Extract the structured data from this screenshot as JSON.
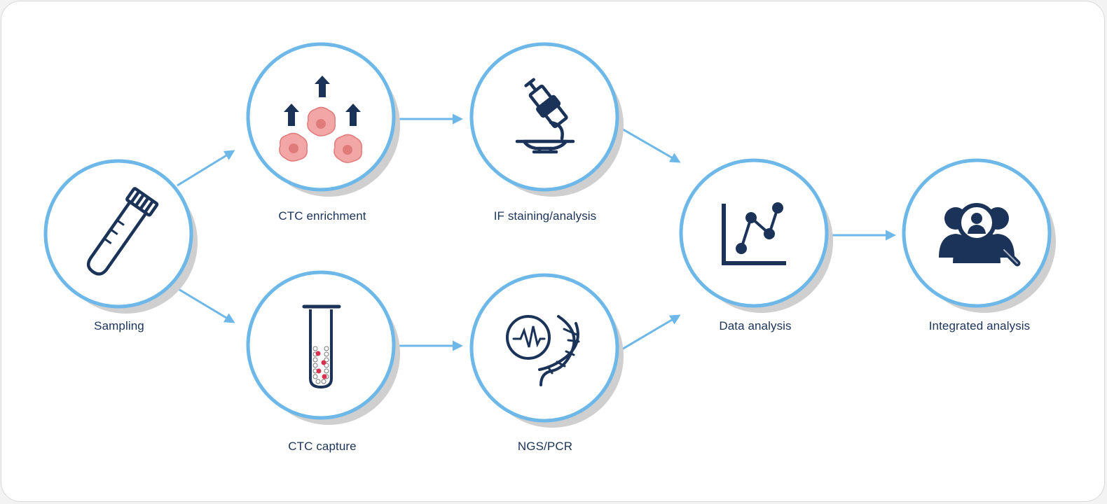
{
  "colors": {
    "circle_stroke": "#6db8e8",
    "shadow": "#cfcfcf",
    "icon_navy": "#1b3358",
    "cell_pink": "#f3a6a6",
    "cell_core": "#e07b7b",
    "blood_red": "#d6324f",
    "label": "#1b3358"
  },
  "nodes": [
    {
      "id": "sampling",
      "label": "Sampling",
      "icon": "blood-tube-icon"
    },
    {
      "id": "enrichment",
      "label": "CTC enrichment",
      "icon": "cell-enrichment-icon"
    },
    {
      "id": "capture",
      "label": "CTC capture",
      "icon": "capture-tube-icon"
    },
    {
      "id": "if-staining",
      "label": "IF staining/analysis",
      "icon": "microscope-icon"
    },
    {
      "id": "ngs-pcr",
      "label": "NGS/PCR",
      "icon": "dna-signal-icon"
    },
    {
      "id": "data-analysis",
      "label": "Data analysis",
      "icon": "line-chart-icon"
    },
    {
      "id": "integrated",
      "label": "Integrated analysis",
      "icon": "people-magnifier-icon"
    }
  ],
  "edges": [
    {
      "from": "sampling",
      "to": "enrichment"
    },
    {
      "from": "sampling",
      "to": "capture"
    },
    {
      "from": "enrichment",
      "to": "if-staining"
    },
    {
      "from": "capture",
      "to": "ngs-pcr"
    },
    {
      "from": "if-staining",
      "to": "data-analysis"
    },
    {
      "from": "ngs-pcr",
      "to": "data-analysis"
    },
    {
      "from": "data-analysis",
      "to": "integrated"
    }
  ]
}
